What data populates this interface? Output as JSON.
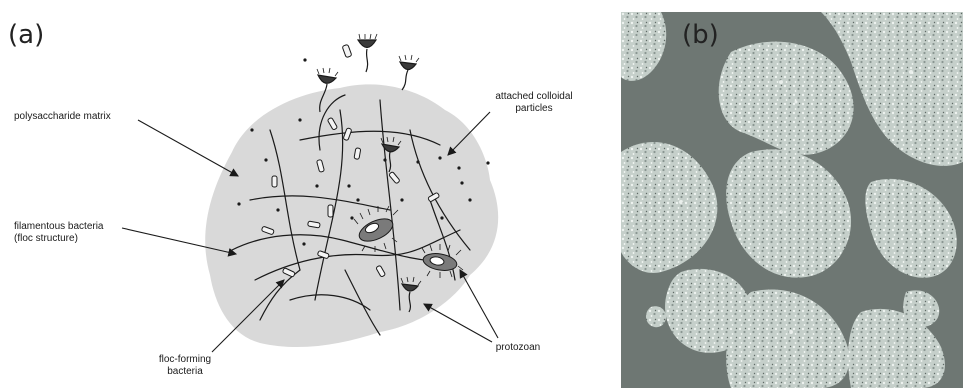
{
  "panel_a": {
    "letter": "(a)",
    "labels": {
      "polysaccharide_matrix": "polysaccharide matrix",
      "filamentous_line1": "filamentous bacteria",
      "filamentous_line2": "(floc structure)",
      "attached_line1": "attached colloidal",
      "attached_line2": "particles",
      "floc_forming_line1": "floc-forming",
      "floc_forming_line2": "bacteria",
      "protozoan": "protozoan"
    },
    "colors": {
      "floc_fill": "#d9d9d9",
      "ink": "#1a1a1a"
    }
  },
  "panel_b": {
    "letter": "(b)",
    "colors": {
      "background": "#6e7773",
      "cluster": "#c9d2ce"
    }
  }
}
